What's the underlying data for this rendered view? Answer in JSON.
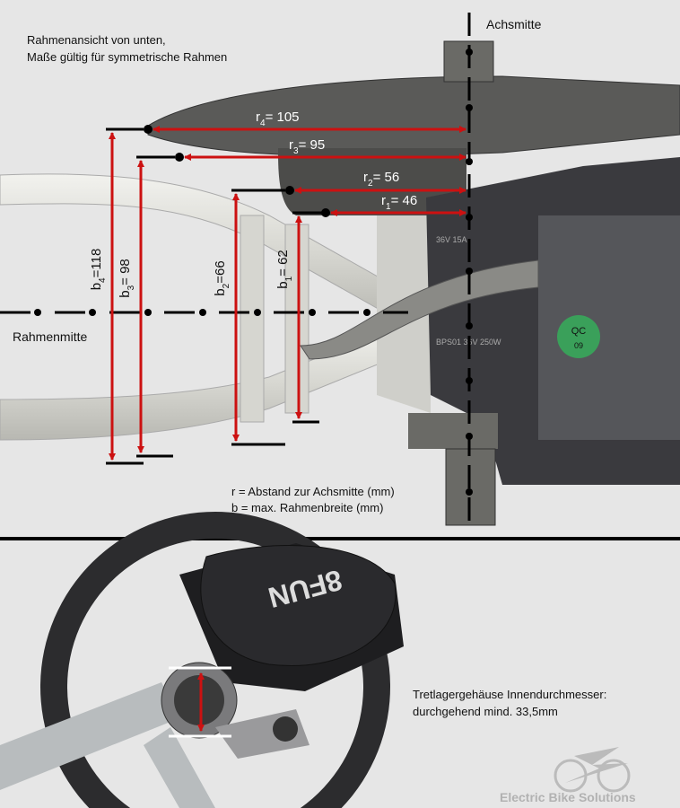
{
  "notes": {
    "view_line1": "Rahmenansicht von unten,",
    "view_line2": "Maße gültig für symmetrische Rahmen",
    "axis_label": "Achsmitte",
    "frame_center_label": "Rahmenmitte",
    "legend_r": "r = Abstand zur Achsmitte (mm)",
    "legend_b": "b = max. Rahmenbreite (mm)",
    "bb_line1": "Tretlagergehäuse Innendurchmesser:",
    "bb_line2": "durchgehend mind. 33,5mm"
  },
  "radii": [
    {
      "sym": "r",
      "idx": "4",
      "val": "= 105",
      "mm": 105
    },
    {
      "sym": "r",
      "idx": "3",
      "val": "= 95",
      "mm": 95
    },
    {
      "sym": "r",
      "idx": "2",
      "val": "= 56",
      "mm": 56
    },
    {
      "sym": "r",
      "idx": "1",
      "val": "= 46",
      "mm": 46
    }
  ],
  "widths": [
    {
      "sym": "b",
      "idx": "4",
      "val": "=118",
      "mm": 118
    },
    {
      "sym": "b",
      "idx": "3",
      "val": "= 98",
      "mm": 98
    },
    {
      "sym": "b",
      "idx": "2",
      "val": "=66",
      "mm": 66
    },
    {
      "sym": "b",
      "idx": "1",
      "val": "= 62",
      "mm": 62
    }
  ],
  "motor_label_1": "36V 15A",
  "motor_label_2": "BPS01 36V 250W",
  "qc_badge": "QC",
  "qc_number": "09",
  "motor_logo": "8FUN",
  "watermark": "Electric Bike Solutions",
  "colors": {
    "arrow": "#cc1111",
    "line": "#000000",
    "background": "#e6e6e6"
  }
}
